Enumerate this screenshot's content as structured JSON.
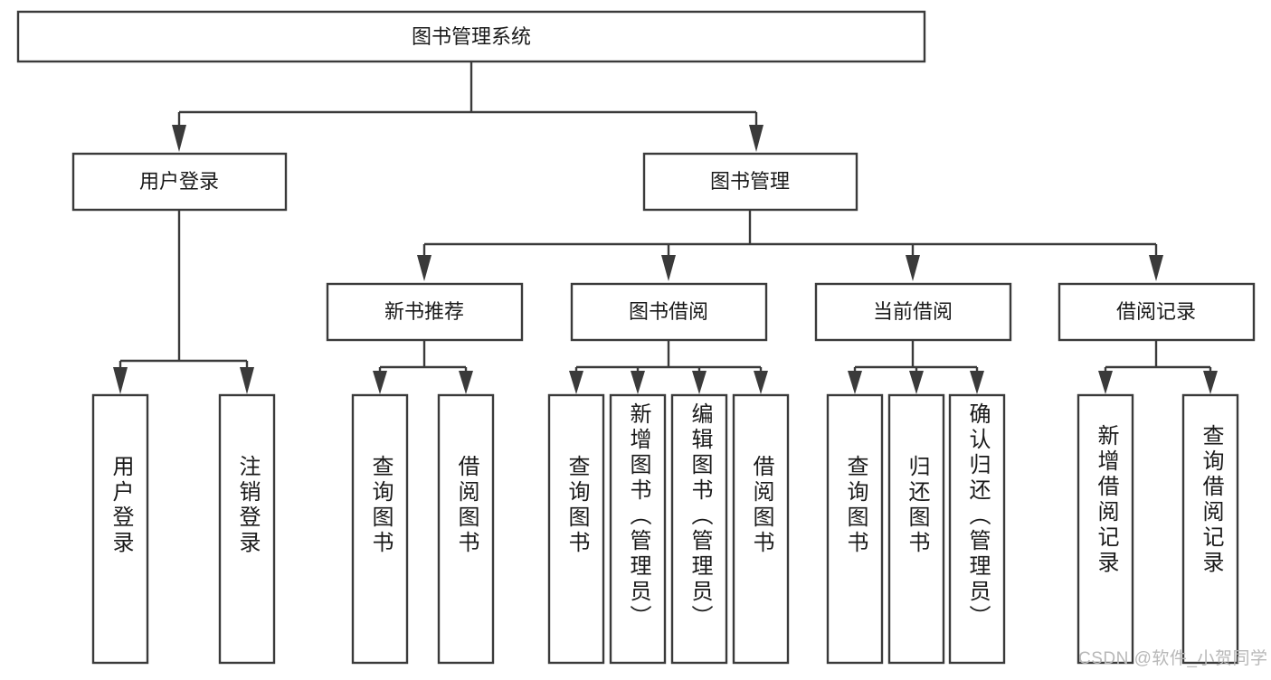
{
  "diagram": {
    "type": "hierarchy-tree",
    "title": "图书管理系统",
    "root": {
      "id": "root",
      "label": "图书管理系统",
      "level": 0
    },
    "level2": [
      {
        "id": "user-login",
        "label": "用户登录"
      },
      {
        "id": "book-management",
        "label": "图书管理"
      }
    ],
    "level3": [
      {
        "id": "new-book-recommend",
        "label": "新书推荐",
        "parent": "book-management"
      },
      {
        "id": "book-borrow",
        "label": "图书借阅",
        "parent": "book-management"
      },
      {
        "id": "current-borrow",
        "label": "当前借阅",
        "parent": "book-management"
      },
      {
        "id": "borrow-record",
        "label": "借阅记录",
        "parent": "book-management"
      }
    ],
    "leaves": [
      {
        "id": "leaf-user-login",
        "label": "用户登录",
        "parent": "user-login"
      },
      {
        "id": "leaf-logout",
        "label": "注销登录",
        "parent": "user-login"
      },
      {
        "id": "leaf-query-book-1",
        "label": "查询图书",
        "parent": "new-book-recommend"
      },
      {
        "id": "leaf-borrow-book-1",
        "label": "借阅图书",
        "parent": "new-book-recommend"
      },
      {
        "id": "leaf-query-book-2",
        "label": "查询图书",
        "parent": "book-borrow"
      },
      {
        "id": "leaf-add-book",
        "label": "新增图书（管理员）",
        "parent": "book-borrow"
      },
      {
        "id": "leaf-edit-book",
        "label": "编辑图书（管理员）",
        "parent": "book-borrow"
      },
      {
        "id": "leaf-borrow-book-2",
        "label": "借阅图书",
        "parent": "book-borrow"
      },
      {
        "id": "leaf-query-book-3",
        "label": "查询图书",
        "parent": "current-borrow"
      },
      {
        "id": "leaf-return-book",
        "label": "归还图书",
        "parent": "current-borrow"
      },
      {
        "id": "leaf-confirm-return",
        "label": "确认归还（管理员）",
        "parent": "current-borrow"
      },
      {
        "id": "leaf-add-record",
        "label": "新增借阅记录",
        "parent": "borrow-record"
      },
      {
        "id": "leaf-query-record",
        "label": "查询借阅记录",
        "parent": "borrow-record"
      }
    ],
    "colors": {
      "box_stroke": "#3a3a3a",
      "box_fill": "#ffffff",
      "text": "#1a1a1a",
      "connector": "#3a3a3a",
      "background": "#ffffff",
      "watermark": "#b8b8b8"
    }
  },
  "watermark": {
    "text": "CSDN @软件_小贺同学"
  }
}
